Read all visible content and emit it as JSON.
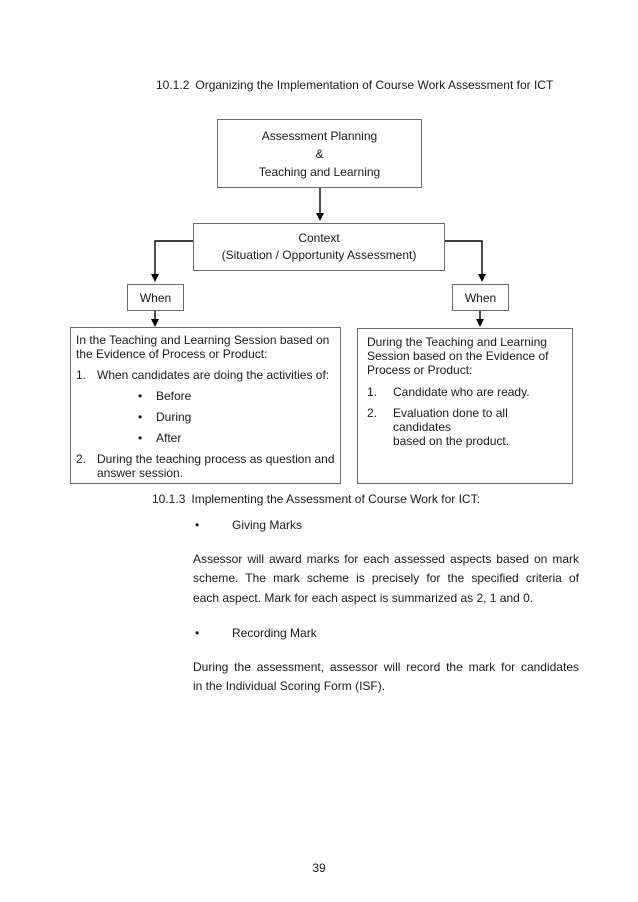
{
  "colors": {
    "text": "#1a1a1a",
    "box_border": "#6b6b6b",
    "arrow": "#000000",
    "background": "#ffffff"
  },
  "glyphs": {
    "bullet": "•"
  },
  "section_1012": {
    "number": "10.1.2",
    "title": "Organizing the Implementation of Course Work Assessment for ICT"
  },
  "flowchart": {
    "planning_box": {
      "line1": "Assessment Planning",
      "line2": "&",
      "line3": "Teaching and Learning"
    },
    "context_box": {
      "line1": "Context",
      "line2": "(Situation / Opportunity Assessment)"
    },
    "when_left_label": "When",
    "when_right_label": "When",
    "detail_left": {
      "intro_line1": "In the Teaching and Learning Session based on",
      "intro_line2": "the Evidence of Process or Product:",
      "item1_number": "1.",
      "item1_text": "When candidates are doing the activities of:",
      "bullets": [
        "Before",
        "During",
        "After"
      ],
      "item2_number": "2.",
      "item2_line1": "During the teaching process as question and",
      "item2_line2": "answer session."
    },
    "detail_right": {
      "intro_line1": "During the Teaching and Learning",
      "intro_line2": "Session based on the Evidence of",
      "intro_line3": "Process or Product:",
      "item1_number": "1.",
      "item1_text": "Candidate who are ready.",
      "item2_number": "2.",
      "item2_line1": "Evaluation done to all candidates",
      "item2_line2": "based on the product."
    }
  },
  "section_1013": {
    "number": "10.1.3",
    "title": "Implementing the Assessment of Course Work for ICT:",
    "bullet1_label": "Giving Marks",
    "para1_line1": "Assessor will award marks for each assessed aspects based on mark",
    "para1_line2": "scheme. The mark scheme is precisely for the specified criteria of",
    "para1_line3": "each aspect. Mark for each aspect is summarized as 2, 1 and 0.",
    "bullet2_label": "Recording Mark",
    "para2_line1": "During the assessment, assessor will record the mark for candidates",
    "para2_line2": "in the Individual Scoring Form (ISF)."
  },
  "page": {
    "number": "39"
  }
}
